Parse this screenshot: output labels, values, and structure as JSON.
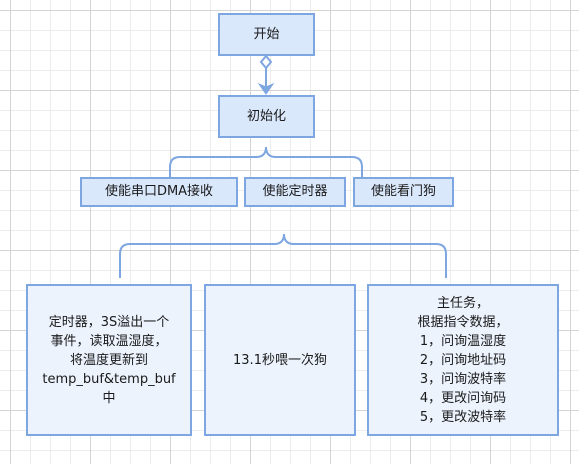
{
  "nodes": {
    "start": "开始",
    "init": "初始化",
    "dma": "使能串口DMA接收",
    "timer": "使能定时器",
    "watchdog": "使能看门狗",
    "timer_task": "定时器，3S溢出一个\n事件，读取温湿度，\n将温度更新到\ntemp_buf&temp_buf\n中",
    "feed": "13.1秒喂一次狗",
    "main_task": "主任务，\n根据指令数据，\n1，问询温湿度\n2，问询地址码\n3，问询波特率\n4，更改问询码\n5，更改波特率"
  },
  "colors": {
    "fill": "#dae8fc",
    "fill_light": "#ecf3fd",
    "stroke": "#7ea6e0"
  }
}
